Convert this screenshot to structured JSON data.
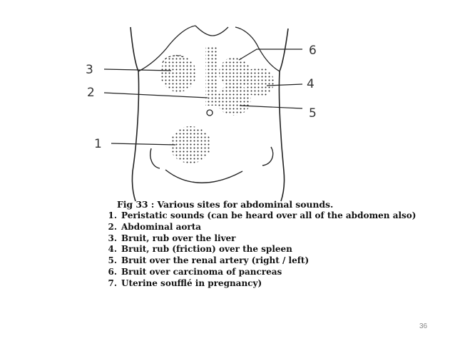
{
  "figure": {
    "caption": "Fig 33 : Various sites for abdominal sounds.",
    "marker_labels": [
      "3",
      "2",
      "1",
      "6",
      "4",
      "5"
    ]
  },
  "sites": [
    {
      "num": "1.",
      "text": "Peristatic sounds (can be heard over all of the abdomen also)"
    },
    {
      "num": "2.",
      "text": "Abdominal aorta"
    },
    {
      "num": "3.",
      "text": "Bruit, rub over the liver"
    },
    {
      "num": "4.",
      "text": "Bruit, rub (friction) over the spleen"
    },
    {
      "num": "5.",
      "text": "Bruit over the renal artery (right / left)"
    },
    {
      "num": "6.",
      "text": "Bruit over carcinoma of pancreas"
    },
    {
      "num": "7.",
      "text": "Uterine soufflé in pregnancy)"
    }
  ],
  "page_number": "36",
  "colors": {
    "ink": "#111111",
    "pencil": "#333333",
    "page_number": "#888888"
  }
}
